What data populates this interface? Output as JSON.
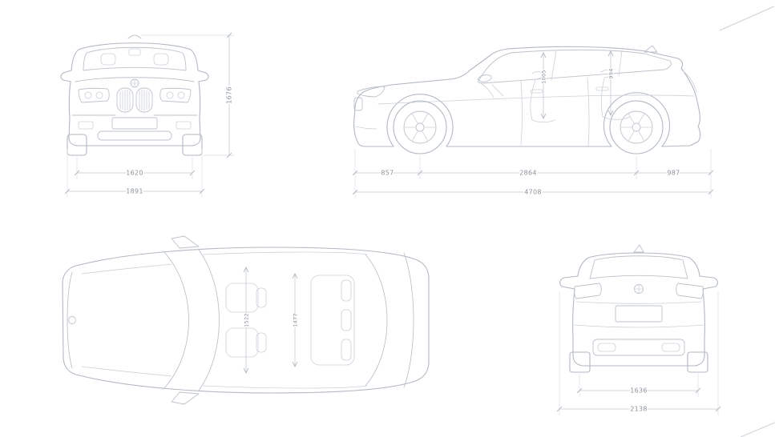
{
  "colors": {
    "car_line": "#b2b9c2",
    "dimension_line": "#c3c9d0",
    "dimension_text": "#8b929b",
    "background": "#ffffff"
  },
  "views": {
    "front": {
      "dimensions": {
        "track": "1620",
        "overall_width": "1891",
        "overall_height": "1676"
      }
    },
    "side": {
      "dimensions": {
        "front_overhang": "857",
        "wheelbase": "2864",
        "rear_overhang": "987",
        "overall_length": "4708",
        "headroom_front": "1005",
        "headroom_rear": "994"
      }
    },
    "top": {
      "dimensions": {
        "interior_width_front": "1522",
        "interior_width_rear": "1477"
      }
    },
    "rear": {
      "dimensions": {
        "track": "1636",
        "width_incl_mirrors": "2138"
      }
    }
  }
}
